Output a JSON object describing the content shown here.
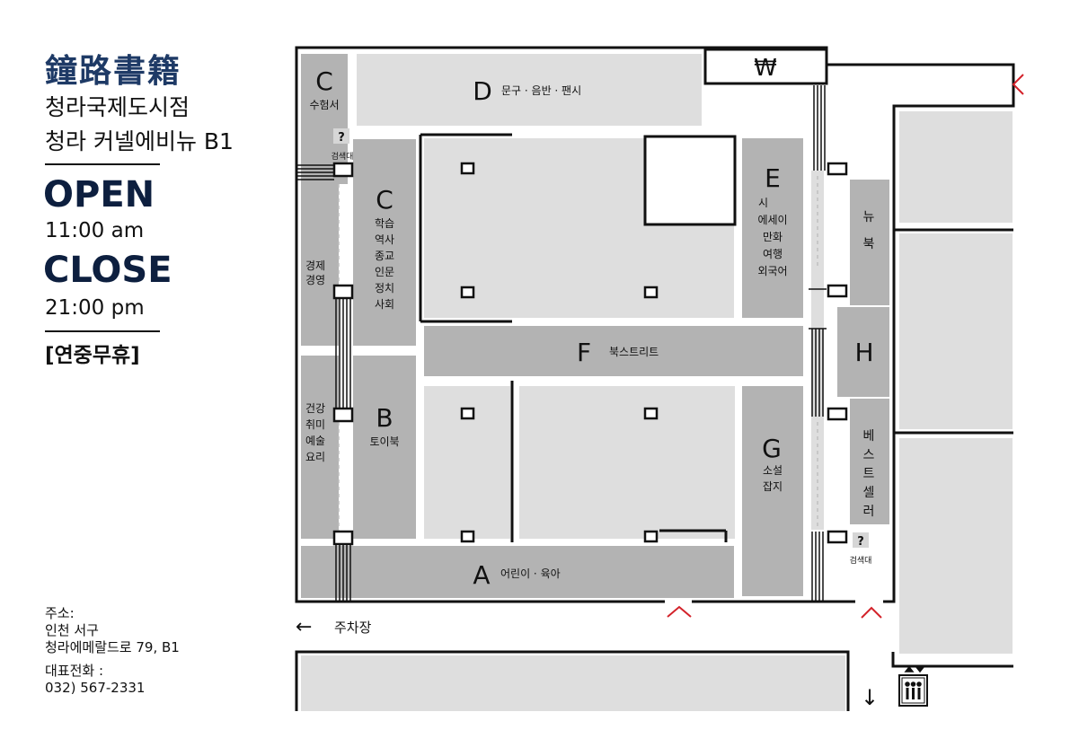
{
  "brand": "鐘路書籍",
  "store_name_line1": "청라국제도시점",
  "store_name_line2": "청라 커넬에비뉴 B1",
  "hours": {
    "open_label": "OPEN",
    "open_time": "11:00 am",
    "close_label": "CLOSE",
    "close_time": "21:00 pm",
    "holiday": "[연중무휴]"
  },
  "address": {
    "label": "주소:",
    "line1": "인천 서구",
    "line2": "청라에메랄드로 79, B1"
  },
  "phone": {
    "label": "대표전화 :",
    "number": "032) 567-2331"
  },
  "sections": {
    "A": {
      "letter": "A",
      "name": "어린이 · 육아"
    },
    "B": {
      "letter": "B",
      "name": "토이북"
    },
    "C_top": {
      "letter": "C",
      "name": "수험서"
    },
    "C_mid": {
      "letter": "C",
      "lines": [
        "학습",
        "역사",
        "종교",
        "인문",
        "정치",
        "사회"
      ]
    },
    "D": {
      "letter": "D",
      "name": "문구 · 음반 · 팬시"
    },
    "E": {
      "letter": "E",
      "lines": [
        "시",
        "에세이",
        "만화",
        "여행",
        "외국어"
      ]
    },
    "F": {
      "letter": "F",
      "name": "북스트리트"
    },
    "G": {
      "letter": "G",
      "lines": [
        "소설",
        "잡지"
      ]
    },
    "H": {
      "letter": "H"
    },
    "economy": {
      "lines": [
        "경제",
        "경영"
      ]
    },
    "health": {
      "lines": [
        "건강",
        "취미",
        "예술",
        "요리"
      ]
    },
    "newbook": {
      "lines": [
        "뉴",
        "북"
      ]
    },
    "bestseller": {
      "lines": [
        "베",
        "스",
        "트",
        "셀",
        "러"
      ]
    }
  },
  "search_kiosk": {
    "symbol": "?",
    "label": "검색대"
  },
  "cashier_symbol": "₩",
  "parking": {
    "arrow": "←",
    "label": "주차장"
  },
  "down_arrow": "↓",
  "colors": {
    "brand": "#1e3a66",
    "dark_zone": "#b3b3b3",
    "light_zone": "#dedede",
    "entrance": "#d3222a"
  }
}
